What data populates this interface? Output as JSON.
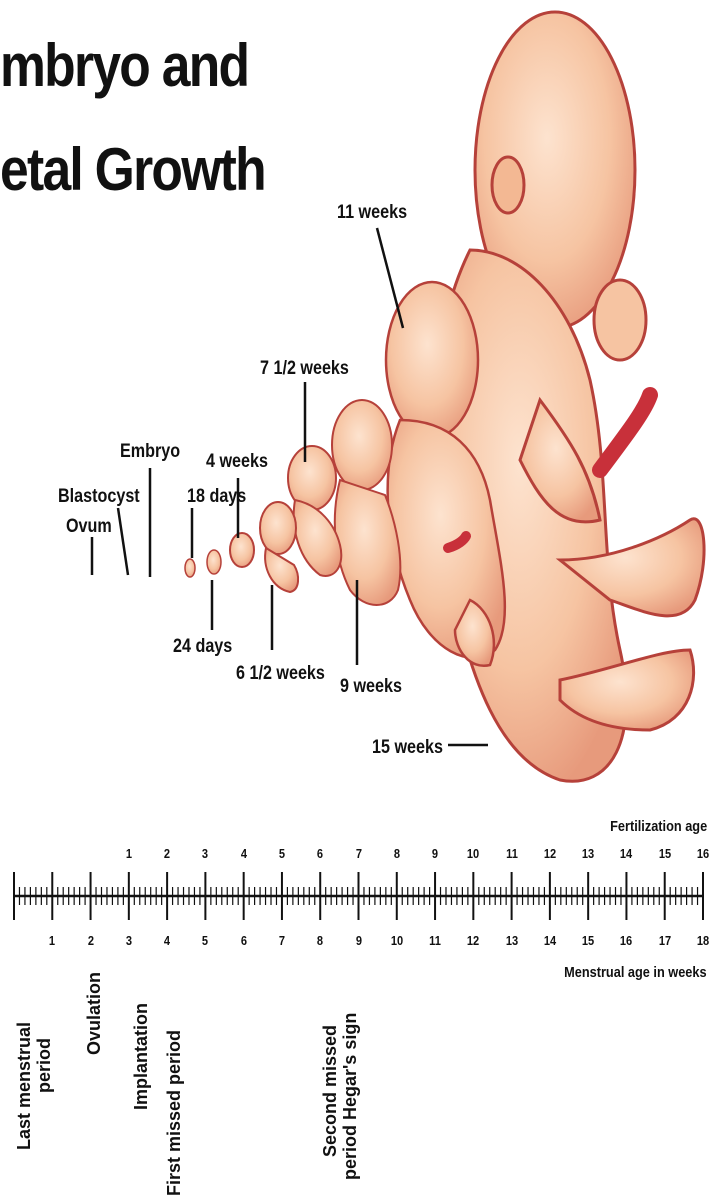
{
  "title": {
    "line1": "mbryo and",
    "line2": "etal  Growth"
  },
  "stages": {
    "ovum": "Ovum",
    "blastocyst": "Blastocyst",
    "embryo": "Embryo",
    "d18": "18 days",
    "d24": "24 days",
    "w4": "4 weeks",
    "w6_5": "6 1/2 weeks",
    "w7_5": "7 1/2 weeks",
    "w9": "9 weeks",
    "w11": "11 weeks",
    "w15": "15 weeks"
  },
  "scale": {
    "fertilization_label": "Fertilization age",
    "menstrual_label": "Menstrual age in weeks",
    "fertilization_ticks": [
      "1",
      "2",
      "3",
      "4",
      "5",
      "6",
      "7",
      "8",
      "9",
      "10",
      "11",
      "12",
      "13",
      "14",
      "15",
      "16"
    ],
    "menstrual_ticks": [
      "1",
      "2",
      "3",
      "4",
      "5",
      "6",
      "7",
      "8",
      "9",
      "10",
      "11",
      "12",
      "13",
      "14",
      "15",
      "16",
      "17",
      "18"
    ]
  },
  "events": {
    "lmp_line1": "Last menstrual",
    "lmp_line2": "period",
    "ovulation": "Ovulation",
    "implantation": "Implantation",
    "first_missed": "First missed period",
    "second_missed_line1": "Second missed",
    "second_missed_line2": "period Hegar's sign"
  },
  "colors": {
    "skin": "#f6c9a8",
    "skin_shadow": "#e79a7c",
    "outline": "#b6413a",
    "cord": "#c8303a"
  }
}
